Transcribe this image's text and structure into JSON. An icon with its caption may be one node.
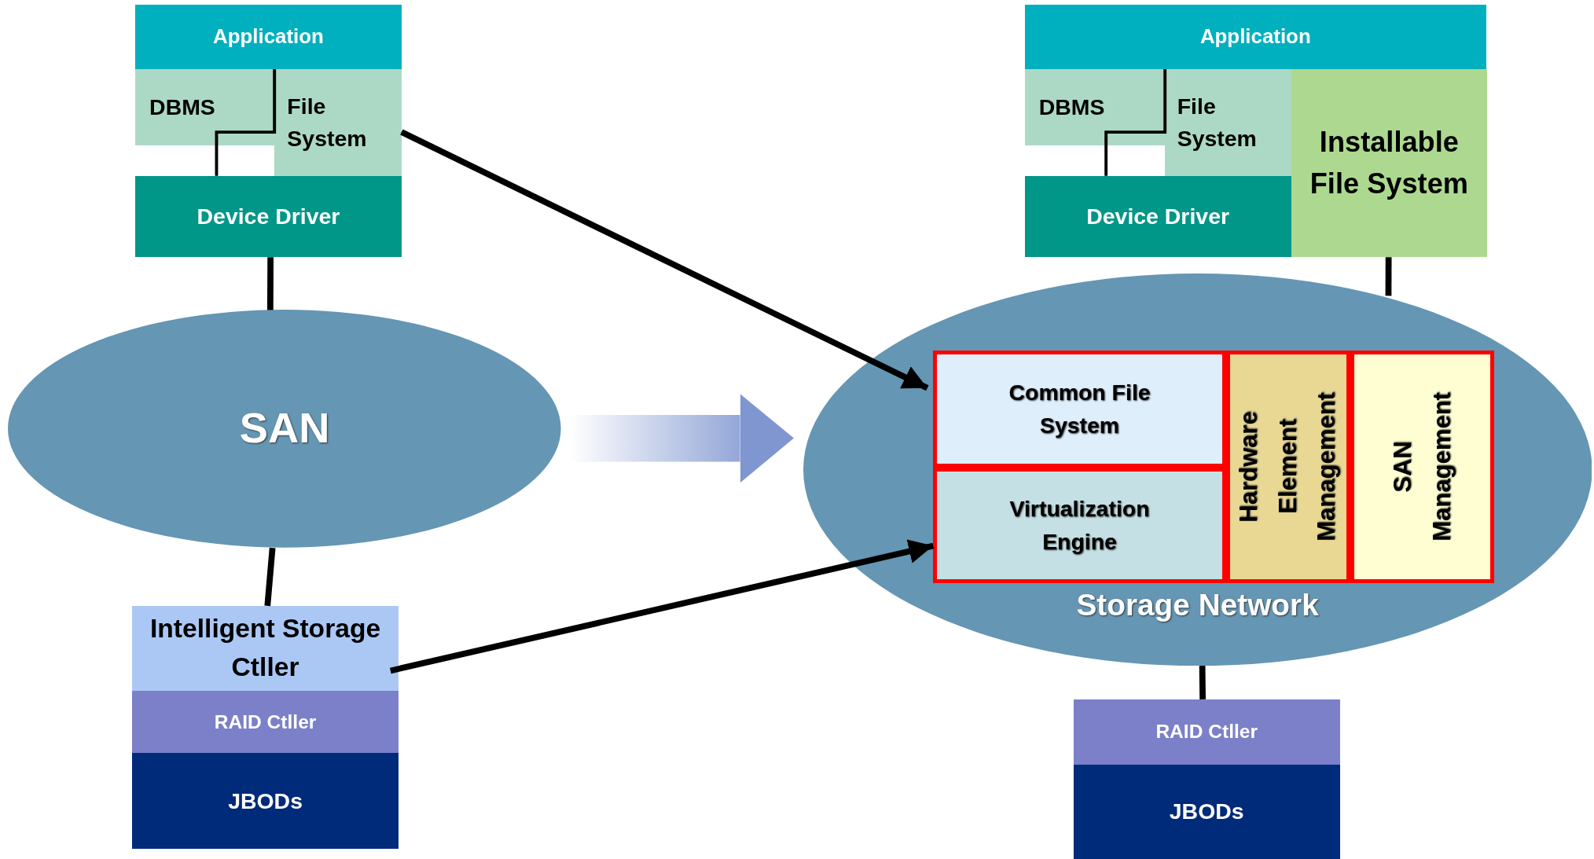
{
  "diagram": {
    "nodes": [
      {
        "text": [
          "Application"
        ]
      },
      {
        "text": [
          "DBMS"
        ]
      },
      {
        "text": [
          "File System"
        ]
      },
      {
        "text": [
          "Device Driver"
        ]
      },
      {
        "text": [
          "SAN"
        ]
      },
      {
        "text": [
          "Intelligent Storage Ctller"
        ]
      },
      {
        "text": [
          "RAID Ctller"
        ]
      },
      {
        "text": [
          "JBODs"
        ]
      },
      {
        "text": [
          "Application"
        ]
      },
      {
        "text": [
          "DBMS"
        ]
      },
      {
        "text": [
          "File System"
        ]
      },
      {
        "text": [
          "Installable File System"
        ]
      },
      {
        "text": [
          "Device Driver"
        ]
      },
      {
        "text": [
          "Storage Network"
        ]
      },
      {
        "text": [
          "Common File System"
        ],
        "in": 13
      },
      {
        "text": [
          "Virtualization Engine"
        ],
        "in": 13
      },
      {
        "text": [
          "Hardware Element Management"
        ],
        "in": 13
      },
      {
        "text": [
          "SAN Management"
        ],
        "in": 13
      },
      {
        "text": [
          "RAID Ctller"
        ]
      },
      {
        "text": [
          "JBODs"
        ]
      }
    ],
    "edges": [
      {
        "from": 3,
        "to": 4,
        "arrow": "none"
      },
      {
        "from": 4,
        "to": 5,
        "arrow": "none"
      },
      {
        "from": 4,
        "to": 13,
        "arrow": "to",
        "style": "thick",
        "color": "#7f96d0"
      },
      {
        "from": 2,
        "to": 14,
        "arrow": "to"
      },
      {
        "from": 5,
        "to": 15,
        "arrow": "to"
      },
      {
        "from": 11,
        "to": 13,
        "arrow": "none"
      },
      {
        "from": 13,
        "to": 18,
        "arrow": "none"
      }
    ]
  }
}
